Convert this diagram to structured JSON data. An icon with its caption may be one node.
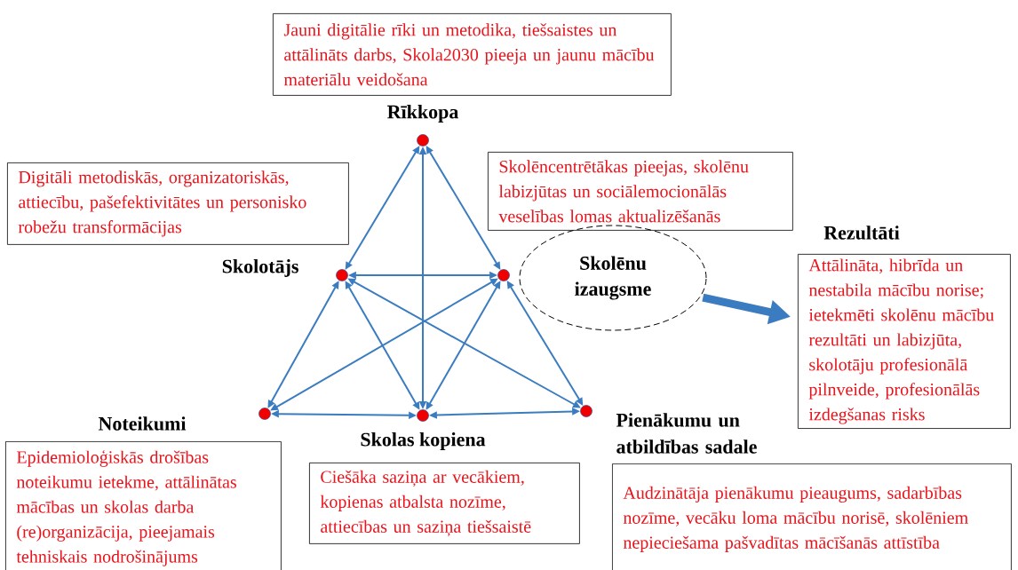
{
  "diagram": {
    "nodes": [
      {
        "text": [
          "Jauni digitālie rīki un metodika, tiešsaistes un attālināts darbs, Skola2030 pieeja un jaunu mācību materiālu veidošana"
        ]
      },
      {
        "text": [],
        "shape": "circle"
      },
      {
        "text": [
          "Digitāli metodiskās, organizatoriskās, attiecību, pašefektivitātes un personisko robežu transformācijas"
        ]
      },
      {
        "text": [
          "Skolēncentrētākas pieejas, skolēnu labizjūtas un sociālemocionālās veselības lomas aktualizēšanās"
        ]
      },
      {
        "text": [
          "Rezultāti",
          "Attālināta, hibrīda un nestabila mācību norise; ietekmēti skolēnu mācību rezultāti un labizjūta, skolotāju profesionālā pilnveide, profesionālās izdegšanas risks"
        ]
      },
      {
        "text": [],
        "shape": "circle"
      },
      {
        "text": [],
        "shape": "circle"
      },
      {
        "text": [
          "Skolēnu izaugsme"
        ]
      },
      {
        "text": [],
        "shape": "circle"
      },
      {
        "text": [],
        "shape": "circle"
      },
      {
        "text": [],
        "shape": "circle"
      },
      {
        "text": [
          "Epidemioloģiskās drošības noteikumu ietekme, attālinātas mācības un skolas darba (re)organizācija, pieejamais tehniskais nodrošinājums"
        ]
      },
      {
        "text": [
          "Ciešāka saziņa ar vecākiem, kopienas atbalsta nozīme, attiecības un saziņa tiešsaistē"
        ]
      },
      {
        "text": [
          "Audzinātāja pienākumu pieaugums, sadarbības nozīme, vecāku loma mācību norisē, skolēniem nepieciešama pašvadītas mācīšanās attīstība"
        ]
      }
    ],
    "edges": [
      {
        "from": 1,
        "to": 5,
        "arrow": "both"
      },
      {
        "from": 1,
        "to": 6,
        "arrow": "both"
      },
      {
        "from": 1,
        "to": 9,
        "arrow": "both"
      },
      {
        "from": 5,
        "to": 6,
        "arrow": "both"
      },
      {
        "from": 5,
        "to": 8,
        "arrow": "both"
      },
      {
        "from": 5,
        "to": 9,
        "arrow": "both"
      },
      {
        "from": 5,
        "to": 10,
        "arrow": "both"
      },
      {
        "from": 6,
        "to": 8,
        "arrow": "both"
      },
      {
        "from": 6,
        "to": 9,
        "arrow": "both"
      },
      {
        "from": 6,
        "to": 10,
        "arrow": "both"
      },
      {
        "from": 8,
        "to": 9,
        "arrow": "both"
      },
      {
        "from": 9,
        "to": 10,
        "arrow": "both"
      },
      {
        "from": 7,
        "to": 4,
        "arrow": "to",
        "style": "thick"
      }
    ],
    "labels": [
      "Rīkkopa",
      "Skolotājs",
      "Noteikumi",
      "Skolas kopiena",
      "Pienākumu un atbildības sadale"
    ]
  }
}
